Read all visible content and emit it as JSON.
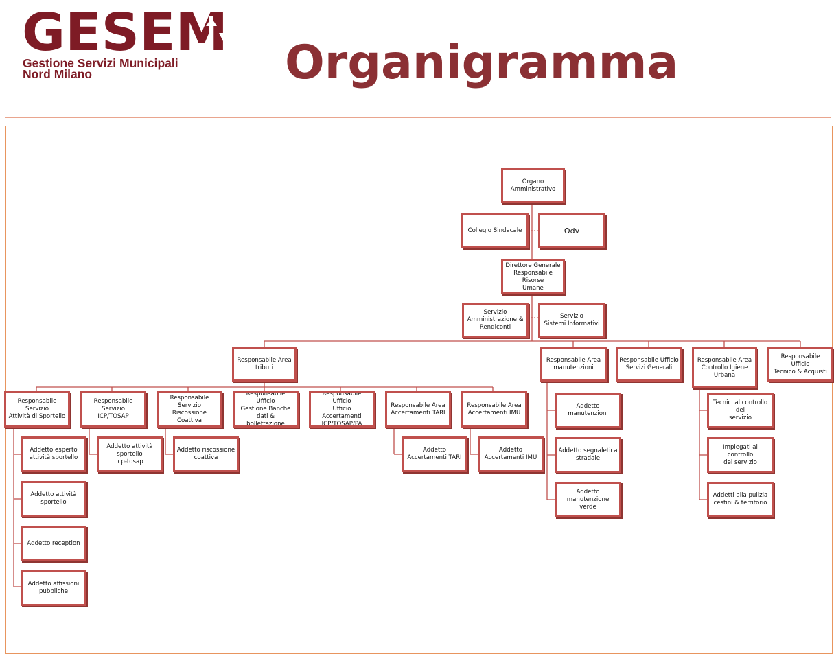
{
  "header": {
    "logo": {
      "wordmark": "GESEM",
      "line1": "Gestione Servizi Municipali",
      "line2": "Nord Milano"
    },
    "title": "Organigramma"
  },
  "colors": {
    "brand": "#7e1b25",
    "title": "#8b3034",
    "node_border": "#c0504d",
    "connector": "#c0504d",
    "frame_border": "#e8955e"
  },
  "org": {
    "top": {
      "organo": "Organo Amministrativo",
      "collegio": "Collegio Sindacale",
      "odv": "Odv",
      "direttore": "Direttore Generale\nResponsabile Risorse\nUmane",
      "amministrazione": "Servizio\nAmministrazione &\nRendiconti",
      "sistemi": "Servizio\nSistemi Informativi"
    },
    "areas": {
      "tributi": "Responsabile Area\ntributi",
      "manutenzioni": "Responsabile Area\nmanutenzioni",
      "servizi_generali": "Responsabile Ufficio\nServizi Generali",
      "igiene": "Responsabile Area\nControllo Igiene\nUrbana",
      "tecnico": "Responsabile Ufficio\nTecnico & Acquisti"
    },
    "tributi_services": {
      "sportello": "Responsabile  Servizio\nAttività di Sportello",
      "icp": "Responsabile Servizio\nICP/TOSAP",
      "riscossione": "Responsabile Servizio\nRiscossione Coattiva",
      "banche": "Responsabile Ufficio\nGestione Banche dati &\nbollettazione",
      "accert_icp": "Responsabile Ufficio\nUfficio Accertamenti\nICP/TOSAP/PA",
      "tari": "Responsabile Area\nAccertamenti TARI",
      "imu": "Responsabile Area\nAccertamenti IMU"
    },
    "staff": {
      "esperto": "Addetto esperto\nattività sportello",
      "attivita": "Addetto attività\nsportello",
      "reception": "Addetto reception",
      "affissioni": "Addetto affissioni\npubbliche",
      "icp_tosap": "Addetto  attività\nsportello\nicp-tosap",
      "riscossione": "Addetto  riscossione\ncoattiva",
      "tari": "Addetto\nAccertamenti TARI",
      "imu": "Addetto\nAccertamenti IMU",
      "manutenzioni": "Addetto manutenzioni",
      "segnaletica": "Addetto segnaletica\nstradale",
      "verde": "Addetto manutenzione\nverde",
      "tecnici": "Tecnici al controllo del\nservizio",
      "impiegati": "Impiegati al controllo\ndel servizio",
      "pulizia": "Addetti alla pulizia\ncestini & territorio"
    }
  }
}
